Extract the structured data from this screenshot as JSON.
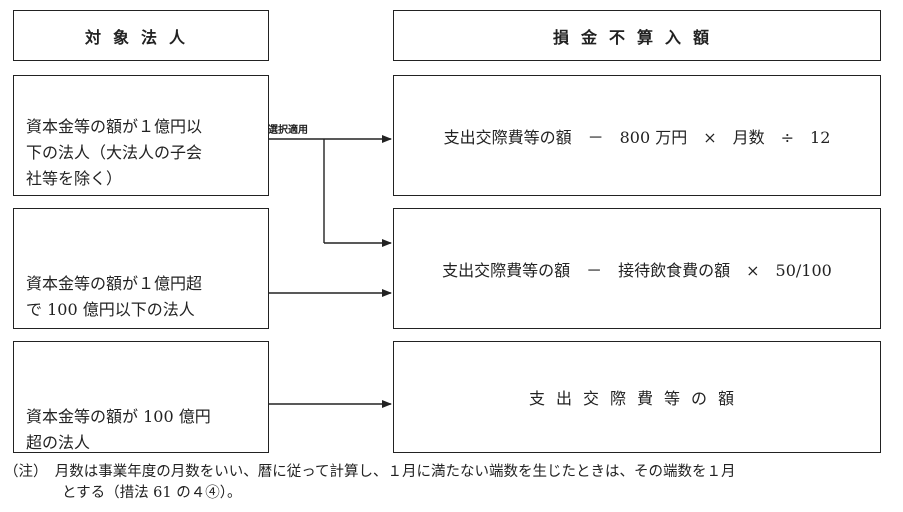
{
  "headers": {
    "left": "対象法人",
    "right": "損金不算入額"
  },
  "rows": [
    {
      "entity": "資本金等の額が１億円以\n下の法人（大法人の子会\n社等を除く）",
      "formula": "支出交際費等の額　－　800 万円　×　月数　÷　12"
    },
    {
      "entity": "資本金等の額が１億円超\nで 100 億円以下の法人",
      "formula": "支出交際費等の額　－　接待飲食費の額　×　50/100"
    },
    {
      "entity": "資本金等の額が 100 億円\n超の法人",
      "formula": "支出交際費等の額"
    }
  ],
  "branch_label": "選択適用",
  "note": {
    "line1": "（注）　月数は事業年度の月数をいい、暦に従って計算し、１月に満たない端数を生じたときは、その端数を１月",
    "line2": "とする（措法 61 の４④）。"
  }
}
